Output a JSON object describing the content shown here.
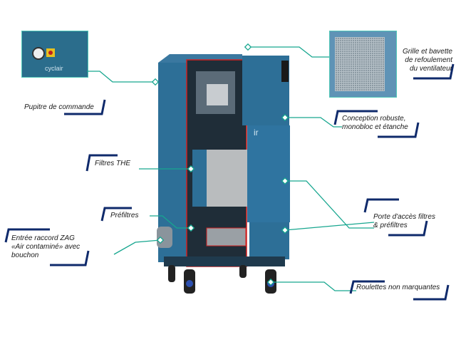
{
  "panel": {
    "logo": "cyclair"
  },
  "door_text": "ir",
  "callouts": {
    "pupitre": "Pupitre de commande",
    "grille": [
      "Grille et bavette",
      "de refoulement",
      "du ventilateur"
    ],
    "conception": [
      "Conception robuste,",
      "monobloc et étanche"
    ],
    "filtres_the": "Filtres THE",
    "prefiltres": "Préfiltres",
    "entree": [
      "Entrée raccord ZAG",
      "«Air contaminé» avec",
      "bouchon"
    ],
    "porte": [
      "Porte d'accès filtres",
      "& préfiltres"
    ],
    "roulettes": "Roulettes non marquantes"
  },
  "colors": {
    "machine": "#2d6f97",
    "leader": "#17a68f",
    "bracket": "#0f2a6b",
    "cut": "#d02020"
  }
}
